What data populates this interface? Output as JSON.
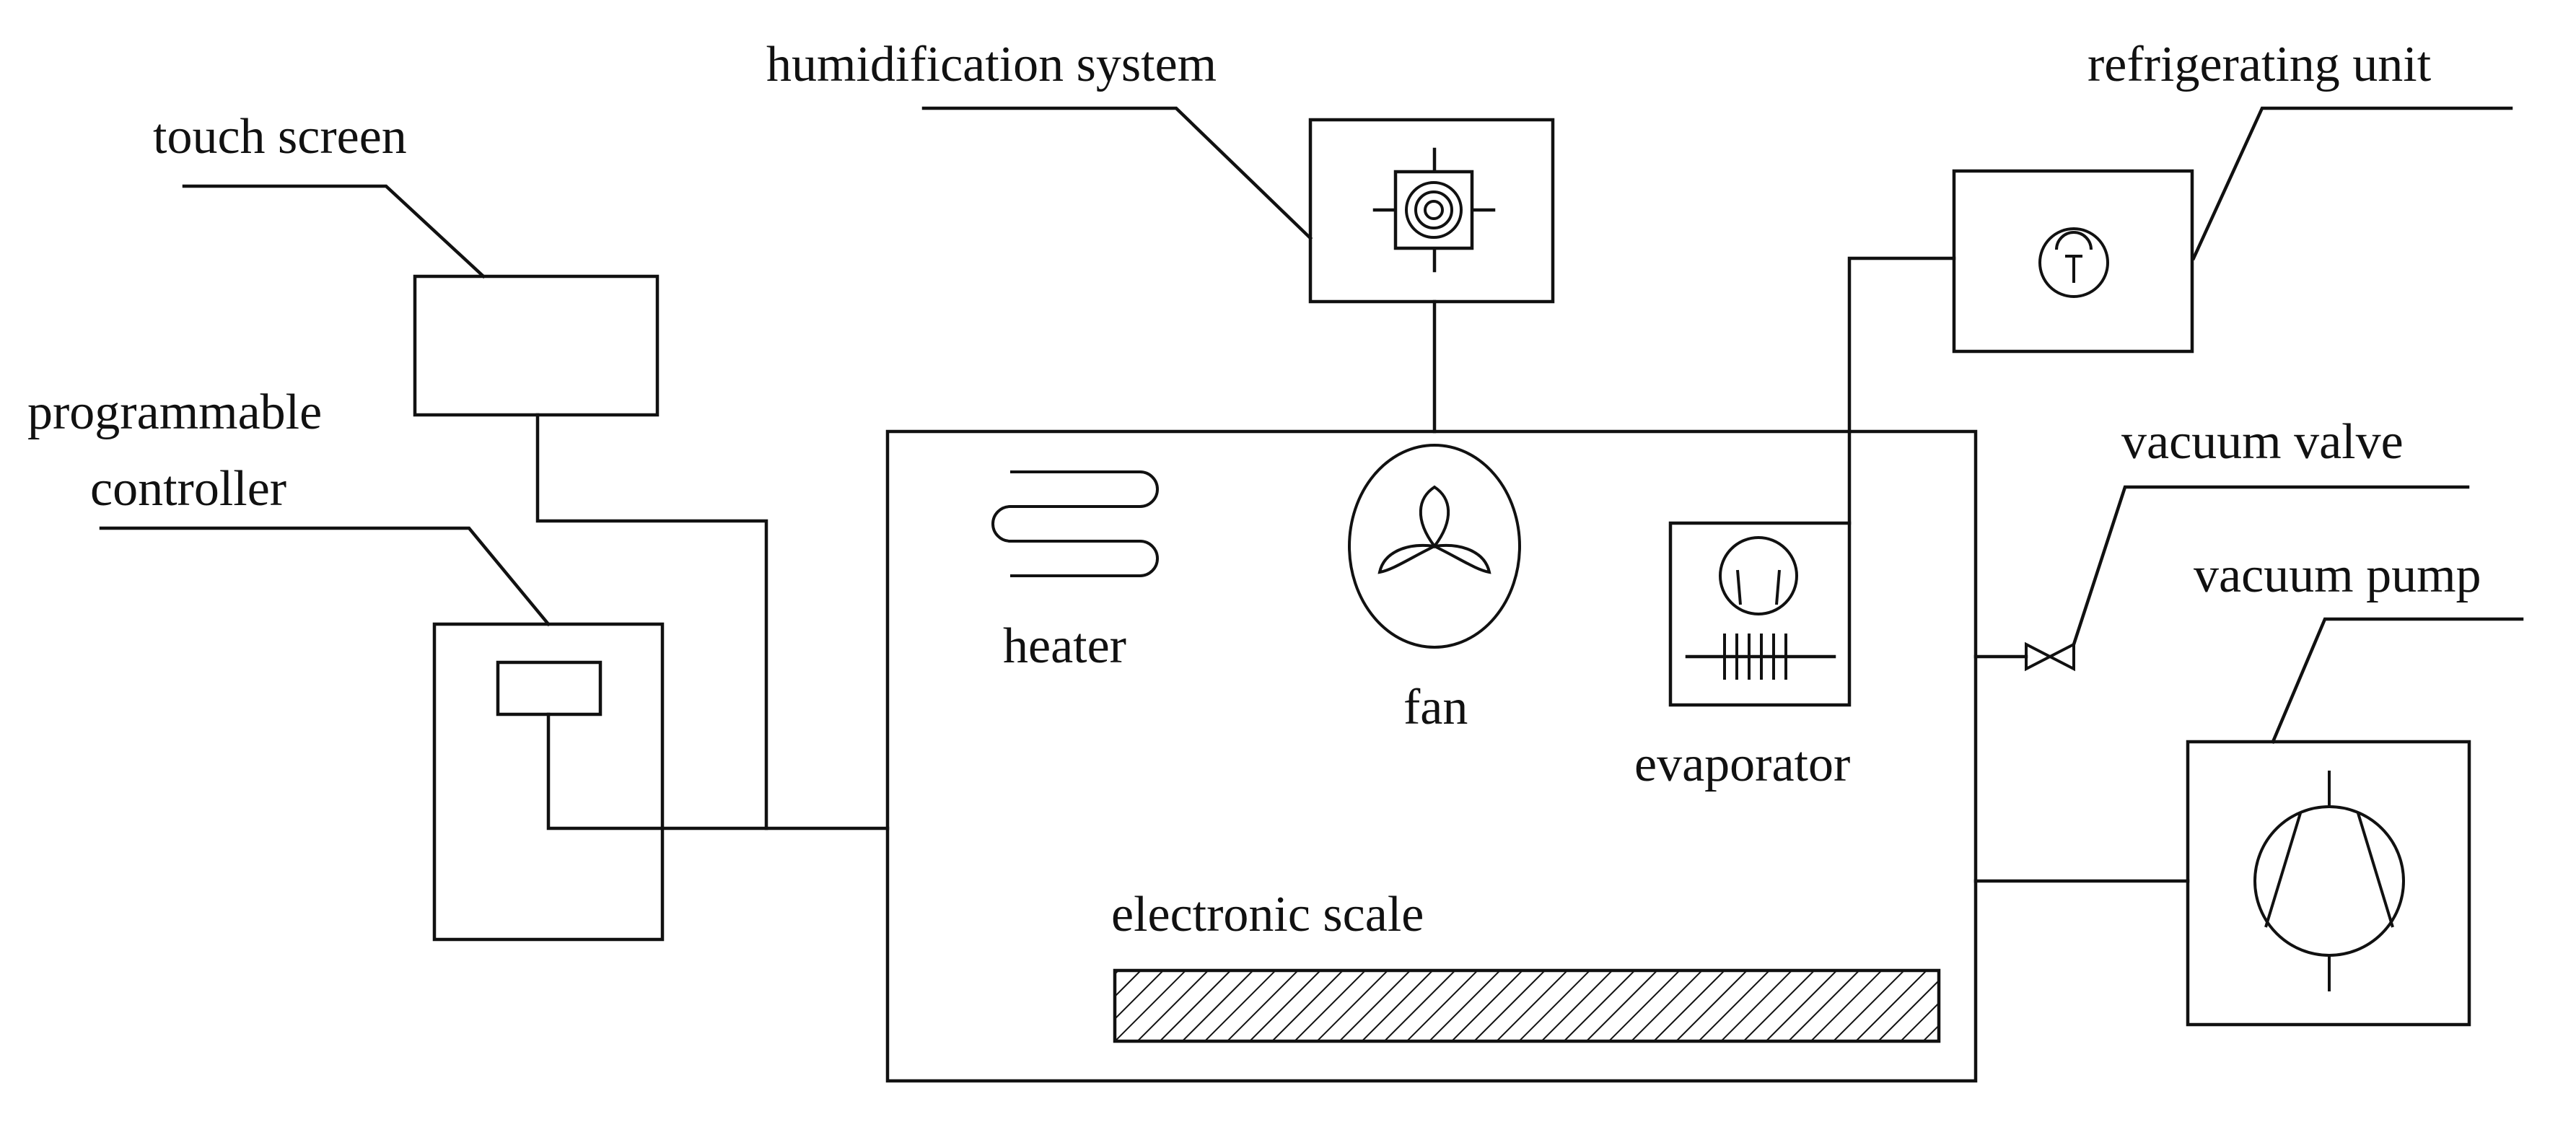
{
  "labels": {
    "touch_screen": "touch screen",
    "programmable": "programmable",
    "controller": "controller",
    "humidification_system": "humidification system",
    "refrigerating_unit": "refrigerating unit",
    "vacuum_valve": "vacuum valve",
    "vacuum_pump": "vacuum pump",
    "heater": "heater",
    "fan": "fan",
    "evaporator": "evaporator",
    "electronic_scale": "electronic scale"
  }
}
